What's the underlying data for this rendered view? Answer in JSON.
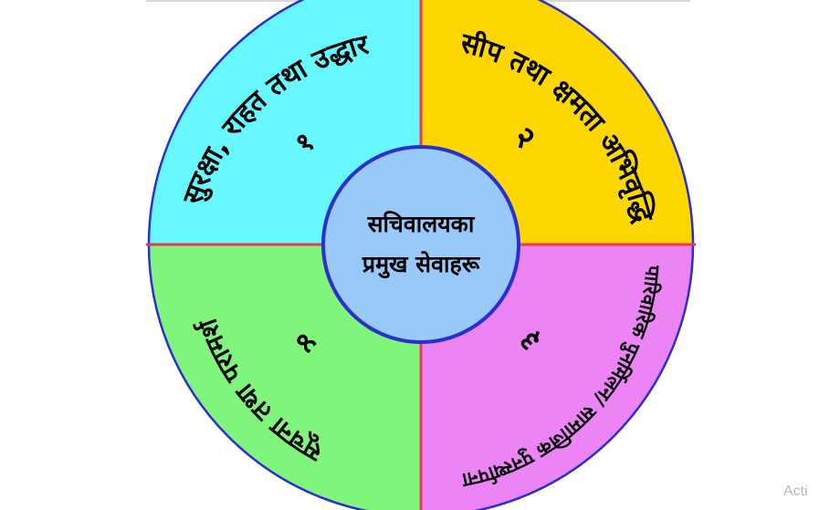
{
  "diagram": {
    "center": {
      "line1": "सचिवालयका",
      "line2": "प्रमुख सेवाहरू"
    },
    "segments": [
      {
        "label": "सुरक्षा, राहत तथा उद्धार",
        "number": "१",
        "color": "#66f7ff"
      },
      {
        "label": "सीप तथा क्षमता अभिवृद्धि",
        "number": "२",
        "color": "#ffd700"
      },
      {
        "label": "पारिवारिक पुनर्मिलन/ सामाजिक पुनर्स्थापना",
        "number": "३",
        "color": "#ec84f5"
      },
      {
        "label": "सूचना तथा परामर्श",
        "number": "४",
        "color": "#7ff57c"
      }
    ],
    "colors": {
      "center_fill": "#99c9f8",
      "ring_stroke": "#2a2fd0",
      "divider": "#e83a55"
    }
  },
  "watermark": "Acti"
}
